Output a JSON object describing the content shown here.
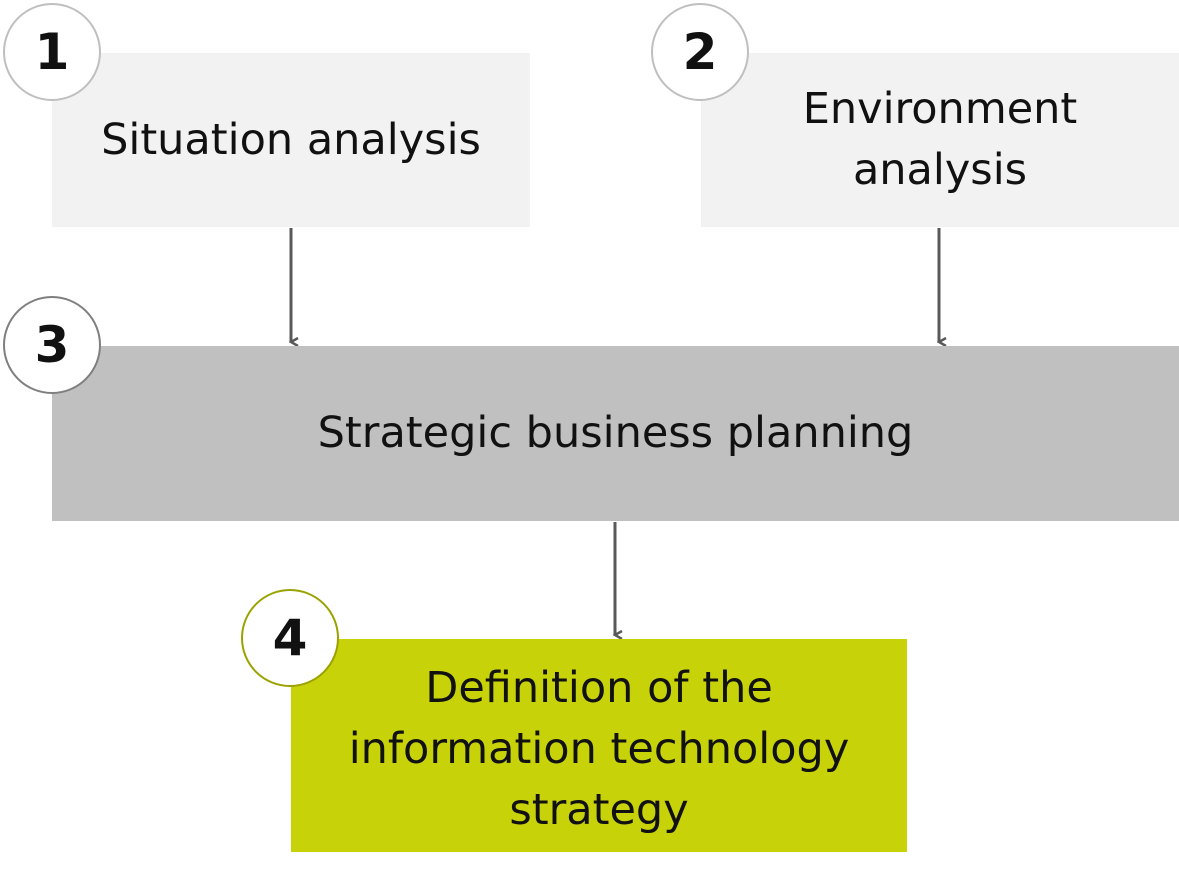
{
  "diagram": {
    "steps": [
      {
        "number": "1",
        "label": "Situation analysis"
      },
      {
        "number": "2",
        "label": "Environment analysis"
      },
      {
        "number": "3",
        "label": "Strategic business planning"
      },
      {
        "number": "4",
        "label": "Definition of the information technology strategy"
      }
    ],
    "colors": {
      "light_box": "#f2f2f2",
      "mid_box": "#c0c0c0",
      "accent_box": "#c8d208",
      "arrow": "#595959"
    },
    "connections": [
      {
        "from": "1",
        "to": "3"
      },
      {
        "from": "2",
        "to": "3"
      },
      {
        "from": "3",
        "to": "4"
      }
    ]
  }
}
